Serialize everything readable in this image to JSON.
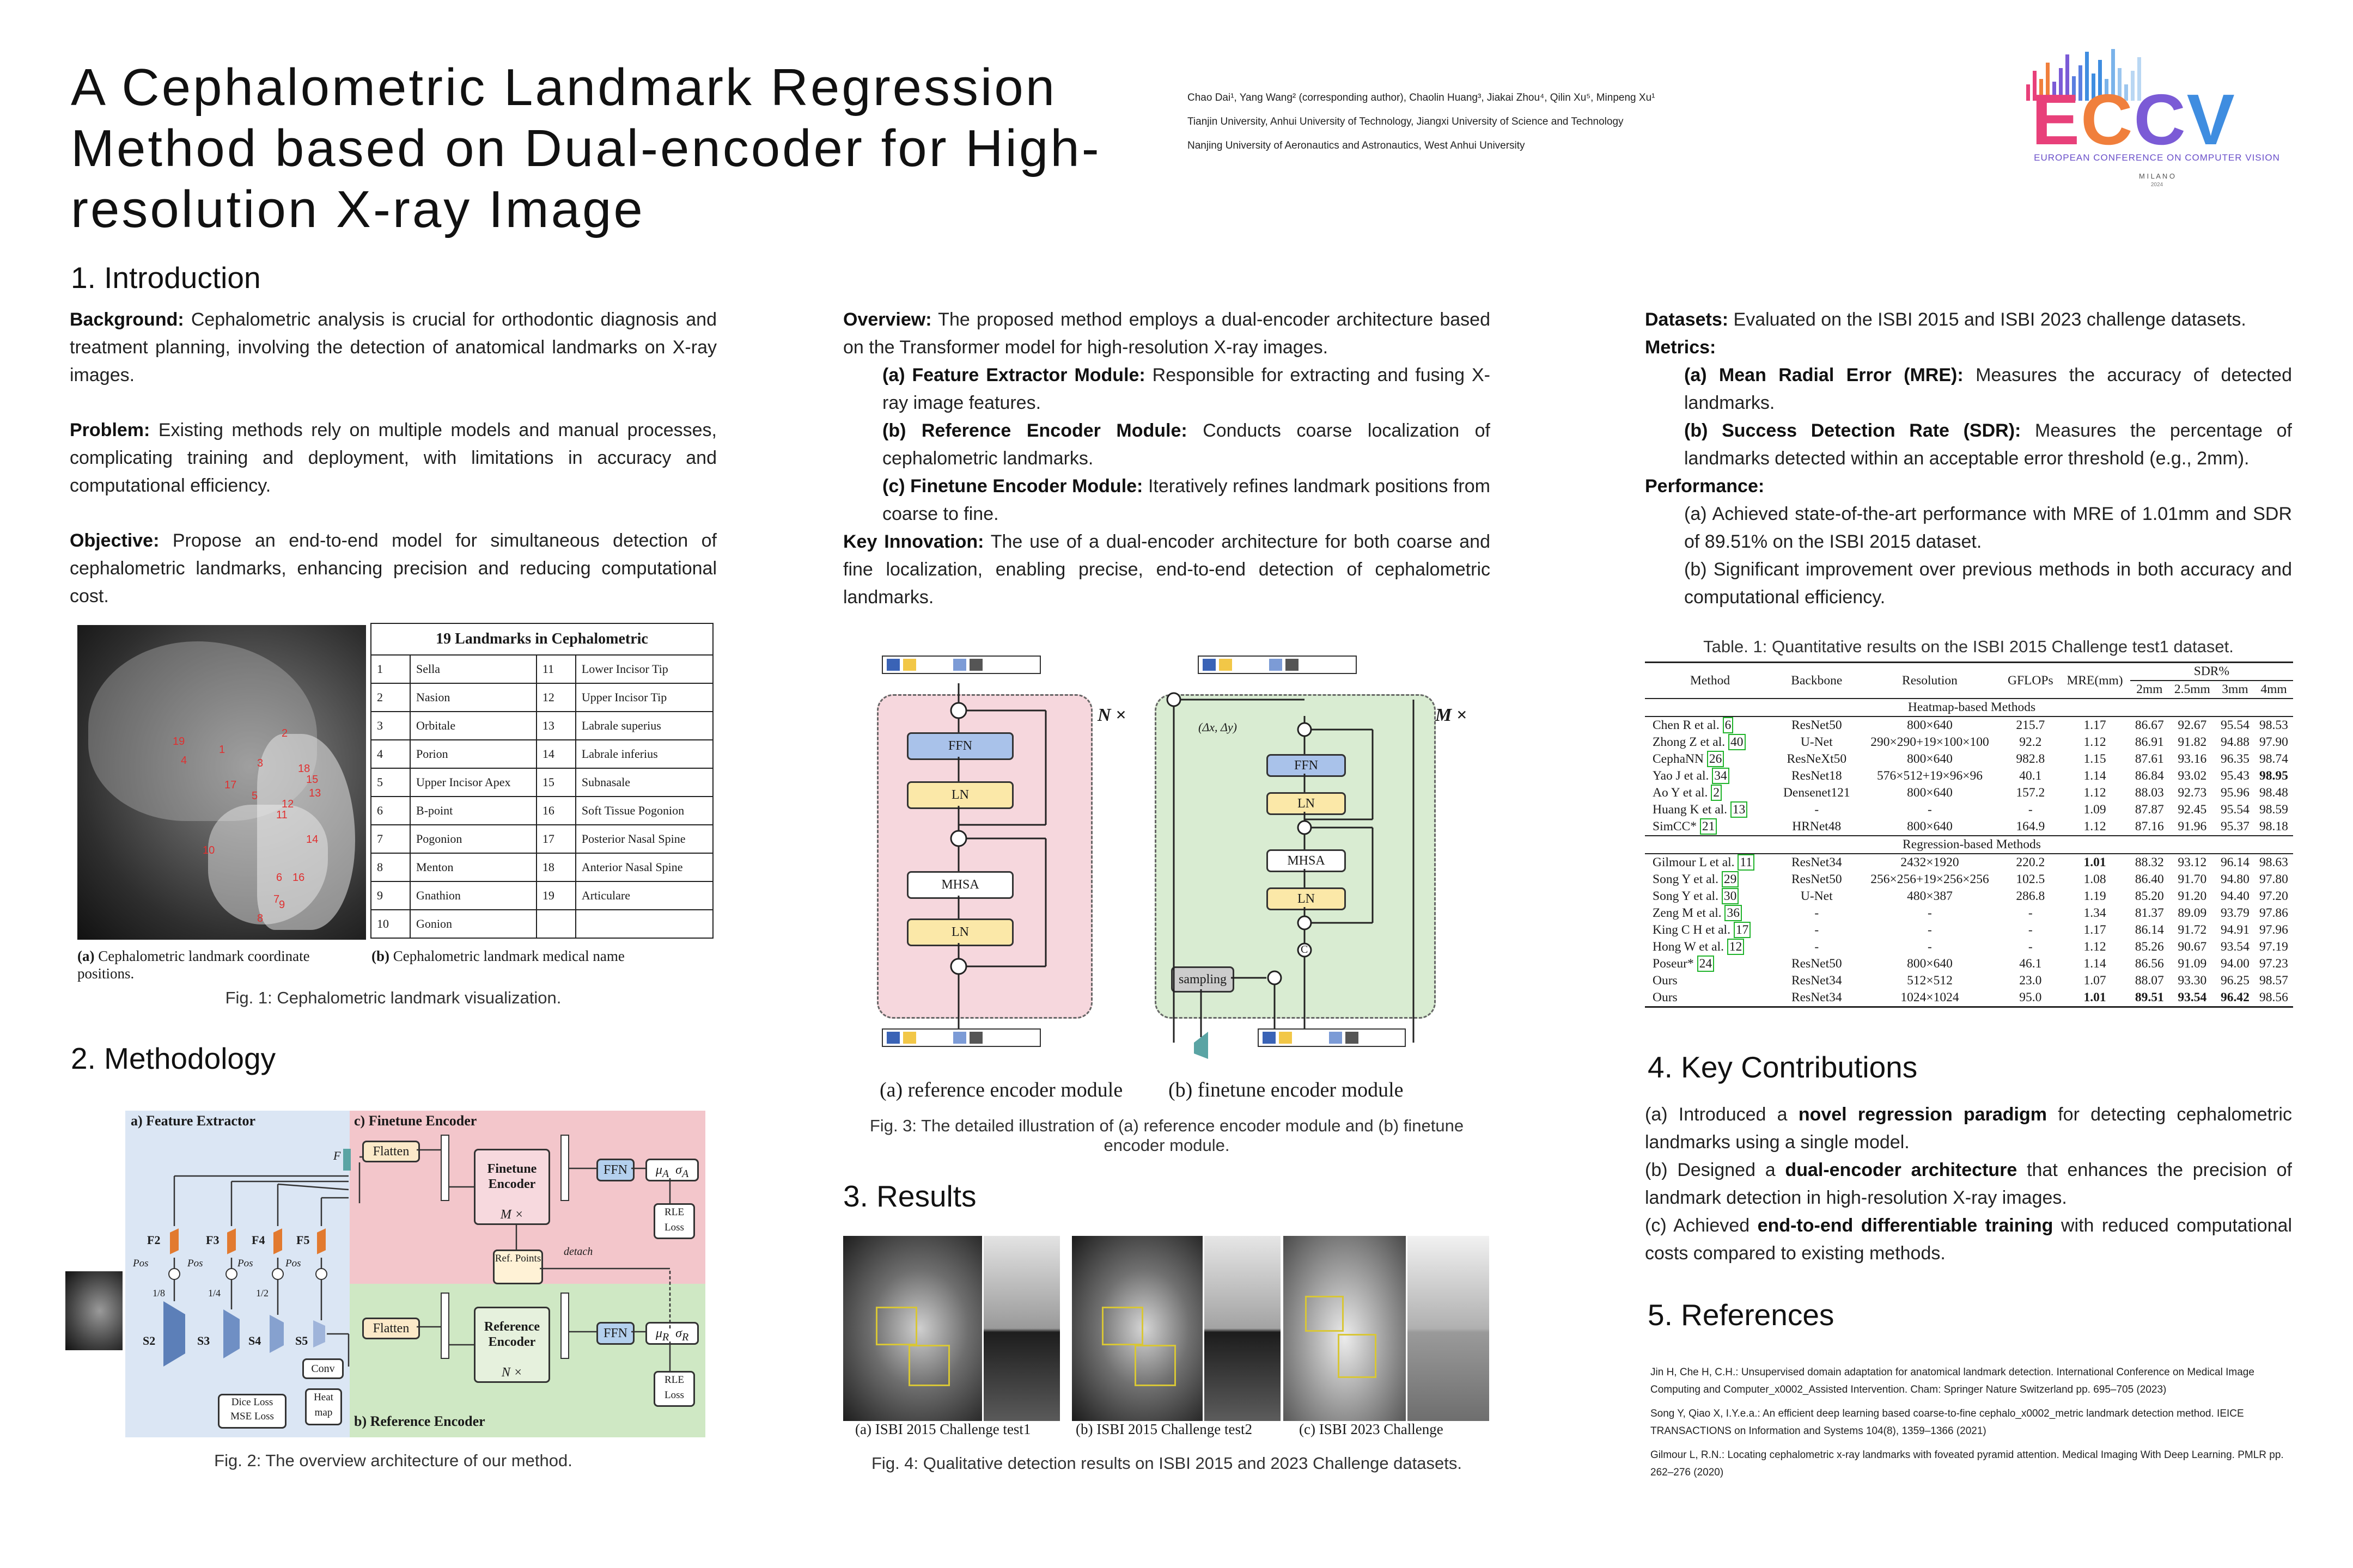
{
  "header": {
    "title": "A Cephalometric Landmark Regression Method based on Dual-encoder for High-resolution X-ray Image",
    "authors": "Chao Dai¹, Yang Wang² (corresponding author), Chaolin Huang³, Jiakai Zhou⁴, Qilin Xu⁵, Minpeng Xu¹",
    "affil1": "Tianjin University, Anhui University of Technology, Jiangxi University of Science and Technology",
    "affil2": "Nanjing University of Aeronautics and Astronautics, West Anhui University"
  },
  "logo": {
    "word": "ECCV",
    "subtitle": "EUROPEAN CONFERENCE ON COMPUTER VISION",
    "city": "M I L A N O",
    "year": "2024",
    "colors": [
      "#e8407a",
      "#f07f3c",
      "#7b5bd6",
      "#3f8de0"
    ]
  },
  "intro": {
    "heading": "1. Introduction",
    "background_label": "Background:",
    "background_text": " Cephalometric analysis is crucial for orthodontic diagnosis and treatment planning, involving the detection of anatomical landmarks on X-ray images.",
    "problem_label": "Problem:",
    "problem_text": " Existing methods rely on multiple models and manual processes, complicating training and deployment, with limitations in accuracy and computational efficiency.",
    "objective_label": "Objective:",
    "objective_text": " Propose an end-to-end model for simultaneous detection of cephalometric landmarks, enhancing precision and reducing computational cost."
  },
  "fig1": {
    "table_title": "19 Landmarks in Cephalometric",
    "rows": [
      [
        "1",
        "Sella",
        "11",
        "Lower Incisor Tip"
      ],
      [
        "2",
        "Nasion",
        "12",
        "Upper Incisor Tip"
      ],
      [
        "3",
        "Orbitale",
        "13",
        "Labrale superius"
      ],
      [
        "4",
        "Porion",
        "14",
        "Labrale inferius"
      ],
      [
        "5",
        "Upper Incisor Apex",
        "15",
        "Subnasale"
      ],
      [
        "6",
        "B-point",
        "16",
        "Soft Tissue Pogonion"
      ],
      [
        "7",
        "Pogonion",
        "17",
        "Posterior Nasal Spine"
      ],
      [
        "8",
        "Menton",
        "18",
        "Anterior Nasal Spine"
      ],
      [
        "9",
        "Gnathion",
        "19",
        "Articulare"
      ],
      [
        "10",
        "Gonion",
        "",
        ""
      ]
    ],
    "subcap_a_label": "(a)",
    "subcap_a": " Cephalometric landmark coordinate positions.",
    "subcap_b_label": "(b)",
    "subcap_b": " Cephalometric landmark medical name",
    "caption": "Fig. 1: Cephalometric landmark visualization.",
    "xray_labels": [
      "1",
      "2",
      "3",
      "4",
      "5",
      "6",
      "7",
      "8",
      "9",
      "10",
      "11",
      "12",
      "13",
      "14",
      "15",
      "16",
      "17",
      "18",
      "19"
    ]
  },
  "method": {
    "heading": "2. Methodology",
    "caption": "Fig. 2: The overview architecture of our method.",
    "fe_title": "a) Feature  Extractor",
    "fte_title": "c) Finetune Encoder",
    "re_title": "b) Reference Encoder",
    "stages": [
      "S2",
      "S3",
      "S4",
      "S5"
    ],
    "features": [
      "F2",
      "F3",
      "F4",
      "F5"
    ],
    "pos": "Pos",
    "scales": [
      "1/8",
      "1/4",
      "1/2"
    ],
    "fu": "F",
    "flatten": "Flatten",
    "finetune_encoder": "Finetune Encoder",
    "reference_encoder": "Reference Encoder",
    "m_times": "M ×",
    "n_times": "N ×",
    "ffn": "FFN",
    "mu_a": "μ",
    "sigma_a": "σ",
    "rle_loss": "RLE Loss",
    "ref_points": "Ref. Points",
    "detach": "detach",
    "conv": "Conv",
    "heat_map": "Heat map",
    "dice_loss": "Dice Loss",
    "mse_loss": "MSE Loss",
    "mu_r": "μ"
  },
  "overview": {
    "overview_label": "Overview:",
    "overview_text": " The proposed method employs a dual-encoder architecture based on the Transformer model for high-resolution X-ray images.",
    "fe_label": "(a) Feature Extractor Module:",
    "fe_text": " Responsible for extracting and fusing X-ray image features.",
    "re_label": "(b) Reference Encoder Module:",
    "re_text": " Conducts coarse localization of cephalometric landmarks.",
    "ft_label": "(c) Finetune Encoder Module:",
    "ft_text": " Iteratively refines landmark positions from coarse to fine.",
    "ki_label": "Key Innovation:",
    "ki_text": " The use of a dual-encoder architecture for both coarse and fine localization, enabling precise, end-to-end detection of cephalometric landmarks."
  },
  "fig3": {
    "caption": "Fig. 3: The detailed illustration of (a) reference encoder module and (b) finetune encoder module.",
    "sub_a": "(a)  reference encoder module",
    "sub_b": "(b)  finetune encoder module",
    "ffn": "FFN",
    "ln": "LN",
    "mhsa": "MHSA",
    "sampling": "sampling",
    "n_times": "N ×",
    "m_times": "M ×",
    "delta": "(Δx, Δy)",
    "c": "C"
  },
  "results": {
    "heading": "3. Results",
    "sub_a": "(a)  ISBI 2015 Challenge test1",
    "sub_b": "(b)  ISBI 2015 Challenge test2",
    "sub_c": "(c)  ISBI 2023 Challenge",
    "caption": "Fig. 4: Qualitative detection results on ISBI 2015 and 2023 Challenge datasets."
  },
  "datasets": {
    "datasets_label": "Datasets:",
    "datasets_text": " Evaluated on the ISBI 2015 and ISBI 2023 challenge datasets.",
    "metrics_label": "Metrics:",
    "mre_label": "(a) Mean Radial Error (MRE):",
    "mre_text": " Measures the accuracy of detected landmarks.",
    "sdr_label": "(b) Success Detection Rate (SDR):",
    "sdr_text": " Measures the percentage of landmarks detected within an acceptable error threshold (e.g., 2mm).",
    "perf_label": "Performance:",
    "perf_a": "(a) Achieved state-of-the-art performance with MRE of 1.01mm and SDR of 89.51% on the ISBI 2015 dataset.",
    "perf_b": "(b) Significant improvement over previous methods in both accuracy and computational efficiency."
  },
  "table1": {
    "caption": "Table. 1: Quantitative results on the ISBI 2015 Challenge test1 dataset.",
    "headers": [
      "Method",
      "Backbone",
      "Resolution",
      "GFLOPs",
      "MRE(mm)",
      "SDR%"
    ],
    "sdr_sub": [
      "2mm",
      "2.5mm",
      "3mm",
      "4mm"
    ],
    "section1": "Heatmap-based Methods",
    "section2": "Regression-based Methods",
    "heatmap_rows": [
      [
        "Chen R et al.",
        "6",
        "ResNet50",
        "800×640",
        "215.7",
        "1.17",
        "86.67",
        "92.67",
        "95.54",
        "98.53"
      ],
      [
        "Zhong Z et al.",
        "40",
        "U-Net",
        "290×290+19×100×100",
        "92.2",
        "1.12",
        "86.91",
        "91.82",
        "94.88",
        "97.90"
      ],
      [
        "CephaNN",
        "26",
        "ResNeXt50",
        "800×640",
        "982.8",
        "1.15",
        "87.61",
        "93.16",
        "96.35",
        "98.74"
      ],
      [
        "Yao J et al.",
        "34",
        "ResNet18",
        "576×512+19×96×96",
        "40.1",
        "1.14",
        "86.84",
        "93.02",
        "95.43",
        "98.95"
      ],
      [
        "Ao Y et al.",
        "2",
        "Densenet121",
        "800×640",
        "157.2",
        "1.12",
        "88.03",
        "92.73",
        "95.96",
        "98.48"
      ],
      [
        "Huang K et al.",
        "13",
        "-",
        "-",
        "-",
        "1.09",
        "87.87",
        "92.45",
        "95.54",
        "98.59"
      ],
      [
        "SimCC*",
        "21",
        "HRNet48",
        "800×640",
        "164.9",
        "1.12",
        "87.16",
        "91.96",
        "95.37",
        "98.18"
      ]
    ],
    "regression_rows": [
      [
        "Gilmour L et al.",
        "11",
        "ResNet34",
        "2432×1920",
        "220.2",
        "1.01",
        "88.32",
        "93.12",
        "96.14",
        "98.63"
      ],
      [
        "Song Y et al.",
        "29",
        "ResNet50",
        "256×256+19×256×256",
        "102.5",
        "1.08",
        "86.40",
        "91.70",
        "94.80",
        "97.80"
      ],
      [
        "Song Y et al.",
        "30",
        "U-Net",
        "480×387",
        "286.8",
        "1.19",
        "85.20",
        "91.20",
        "94.40",
        "97.20"
      ],
      [
        "Zeng M et al.",
        "36",
        "-",
        "-",
        "-",
        "1.34",
        "81.37",
        "89.09",
        "93.79",
        "97.86"
      ],
      [
        "King C H et al.",
        "17",
        "-",
        "-",
        "-",
        "1.17",
        "86.14",
        "91.72",
        "94.91",
        "97.96"
      ],
      [
        "Hong W et al.",
        "12",
        "-",
        "-",
        "-",
        "1.12",
        "85.26",
        "90.67",
        "93.54",
        "97.19"
      ],
      [
        "Poseur*",
        "24",
        "ResNet50",
        "800×640",
        "46.1",
        "1.14",
        "86.56",
        "91.09",
        "94.00",
        "97.23"
      ],
      [
        "Ours",
        "",
        "ResNet34",
        "512×512",
        "23.0",
        "1.07",
        "88.07",
        "93.30",
        "96.25",
        "98.57"
      ],
      [
        "Ours",
        "",
        "ResNet34",
        "1024×1024",
        "95.0",
        "1.01",
        "89.51",
        "93.54",
        "96.42",
        "98.56"
      ]
    ]
  },
  "contrib": {
    "heading": "4. Key Contributions",
    "a_pre": "(a) Introduced a ",
    "a_bold": "novel regression paradigm",
    "a_post": " for detecting cephalometric landmarks using a single model.",
    "b_pre": "(b) Designed a ",
    "b_bold": "dual-encoder architecture",
    "b_post": " that enhances the precision of landmark detection in high-resolution X-ray images.",
    "c_pre": "(c) Achieved ",
    "c_bold": "end-to-end differentiable training",
    "c_post": " with reduced computational costs compared to existing methods."
  },
  "refs": {
    "heading": "5. References",
    "items": [
      "Jin H, Che H, C.H.: Unsupervised domain adaptation for anatomical landmark detection. International Conference on Medical Image Computing and Computer_x0002_Assisted Intervention. Cham: Springer Nature Switzerland pp. 695–705 (2023)",
      "Song Y, Qiao X, I.Y.e.a.: An efficient deep learning based coarse-to-fine cephalo_x0002_metric landmark detection method. IEICE TRANSACTIONS on Information and Systems 104(8), 1359–1366 (2021)",
      "Gilmour L, R.N.: Locating cephalometric x-ray landmarks with foveated pyramid attention. Medical Imaging With Deep Learning. PMLR pp. 262–276 (2020)"
    ]
  }
}
